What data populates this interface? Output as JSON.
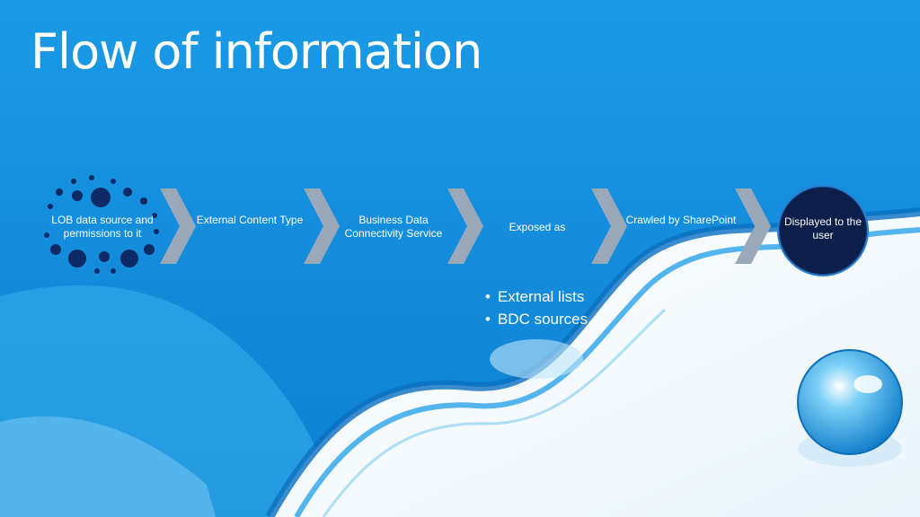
{
  "title": "Flow of information",
  "steps": [
    {
      "label": "LOB data source and permissions to it"
    },
    {
      "label": "External Content Type"
    },
    {
      "label": "Business Data Connectivity Service"
    },
    {
      "label": "Exposed as"
    },
    {
      "label": "Crawled by SharePoint"
    },
    {
      "label": "Displayed to the user"
    }
  ],
  "bullets": [
    "External lists",
    "BDC sources"
  ],
  "colors": {
    "background": "#1596e2",
    "chevron": "#9aa9ba",
    "final_circle": "#0b1f4a",
    "dots": "#0c2a66"
  }
}
